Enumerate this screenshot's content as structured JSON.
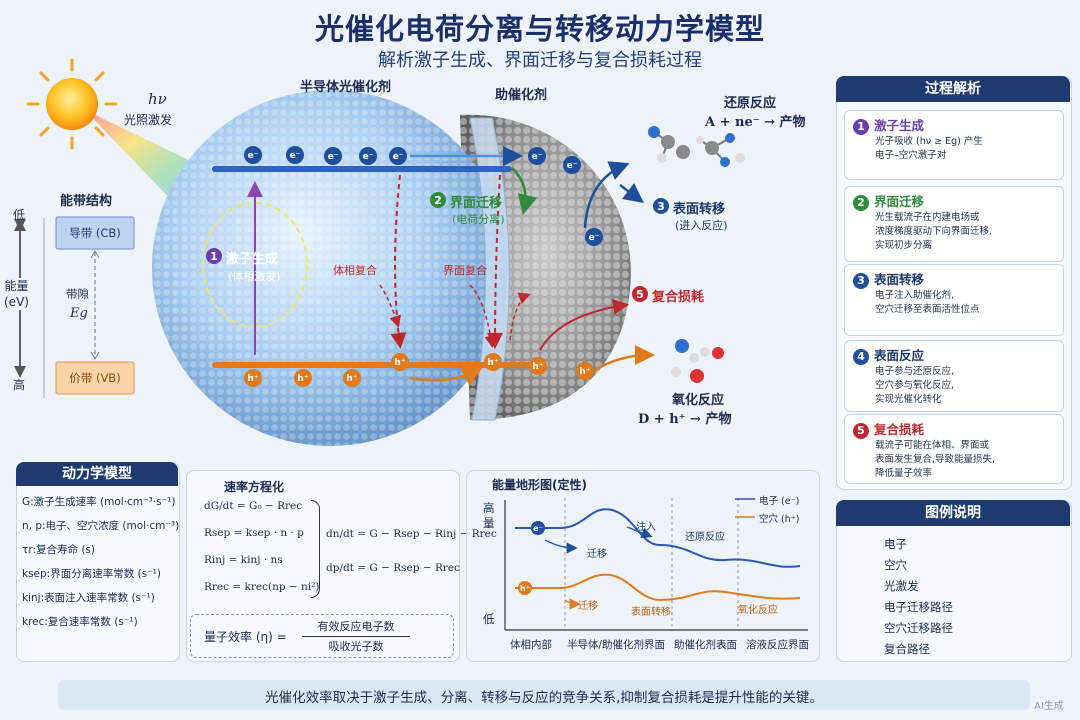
{
  "header": {
    "title": "光催化电荷分离与转移动力学模型",
    "subtitle": "解析激子生成、界面迁移与复合损耗过程"
  },
  "illumination": {
    "hv": "hν",
    "label": "光照激发"
  },
  "labels": {
    "photocatalyst": "半导体光催化剂",
    "cocatalyst": "助催化剂",
    "reduction_title": "还原反应",
    "reduction_eq": "A + ne⁻ → 产物",
    "oxidation_title": "氧化反应",
    "oxidation_eq": "D + h⁺ → 产物",
    "step1": "激子生成",
    "step1_sub": "(体相激发)",
    "step2": "界面迁移",
    "step2_sub": "(电荷分离)",
    "step3": "表面转移",
    "step3_sub": "(进入反应)",
    "step5": "复合损耗",
    "bulk_recomb": "体相复合",
    "interface_recomb": "界面复合",
    "electron": "e⁻",
    "hole": "h⁺"
  },
  "band": {
    "title": "能带结构",
    "low": "低",
    "high": "高",
    "axis": "能量\n(eV)",
    "cb": "导带 (CB)",
    "vb": "价带 (VB)",
    "gap": "带隙",
    "eg": "Eg"
  },
  "process": {
    "title": "过程解析",
    "steps": [
      {
        "num": "1",
        "title": "激子生成",
        "desc": "光子吸收 (hν ≥ Eg) 产生\n电子–空穴激子对",
        "color": "#6a3fb0"
      },
      {
        "num": "2",
        "title": "界面迁移",
        "desc": "光生载流子在内建电场或\n浓度梯度驱动下向界面迁移,\n实现初步分离",
        "color": "#2e8b3a"
      },
      {
        "num": "3",
        "title": "表面转移",
        "desc": "电子注入助催化剂,\n空穴迁移至表面活性位点",
        "color": "#1f4f9c"
      },
      {
        "num": "4",
        "title": "表面反应",
        "desc": "电子参与还原反应,\n空穴参与氧化反应,\n实现光催化转化",
        "color": "#1f4f9c"
      },
      {
        "num": "5",
        "title": "复合损耗",
        "desc": "载流子可能在体相、界面或\n表面发生复合,导致能量损失,\n降低量子效率",
        "color": "#c0272d"
      }
    ]
  },
  "kinetics": {
    "title": "动力学模型",
    "rows": [
      "G:激子生成速率 (mol·cm⁻³·s⁻¹)",
      "n, p:电子、空穴浓度 (mol·cm⁻³)",
      "τr:复合寿命 (s)",
      "ksep:界面分离速率常数 (s⁻¹)",
      "kinj:表面注入速率常数 (s⁻¹)",
      "krec:复合速率常数 (s⁻¹)"
    ]
  },
  "rate": {
    "title": "速率方程化",
    "eq1": "dG/dt = G₀ − Rrec",
    "eq2": "Rsep = ksep · n · p",
    "eq3": "Rinj = kinj · ns",
    "eq4": "Rrec = krec(np − ni²)",
    "eq5": "dn/dt = G − Rsep − Rinj − Rrec",
    "eq6": "dp/dt = G − Rsep − Rrec",
    "qe_label": "量子效率 (η) =",
    "qe_num": "有效反应电子数",
    "qe_den": "吸收光子数"
  },
  "energy": {
    "title": "能量地形图(定性)",
    "ylabel_high": "高",
    "ylabel_high2": "量",
    "ylabel_low": "低",
    "legend_e": "电子 (e⁻)",
    "legend_h": "空穴 (h⁺)",
    "x_labels": [
      "体相内部",
      "半导体/助催化剂界面",
      "助催化剂表面",
      "溶液反应界面"
    ],
    "e_labels": [
      "迁移",
      "注入",
      "还原反应"
    ],
    "h_labels": [
      "迁移",
      "表面转移",
      "氧化反应"
    ]
  },
  "legend": {
    "title": "图例说明",
    "items": [
      "电子",
      "空穴",
      "光激发",
      "电子迁移路径",
      "空穴迁移路径",
      "复合路径"
    ]
  },
  "footer": {
    "text": "光催化效率取决于激子生成、分离、转移与反应的竞争关系,抑制复合损耗是提升性能的关键。",
    "watermark": "AI生成"
  },
  "colors": {
    "navy": "#1f3a6e",
    "electron": "#1f4f9c",
    "hole": "#e07a1a",
    "recomb": "#c0272d",
    "excite": "#8e44ad",
    "green": "#2e8b3a"
  }
}
